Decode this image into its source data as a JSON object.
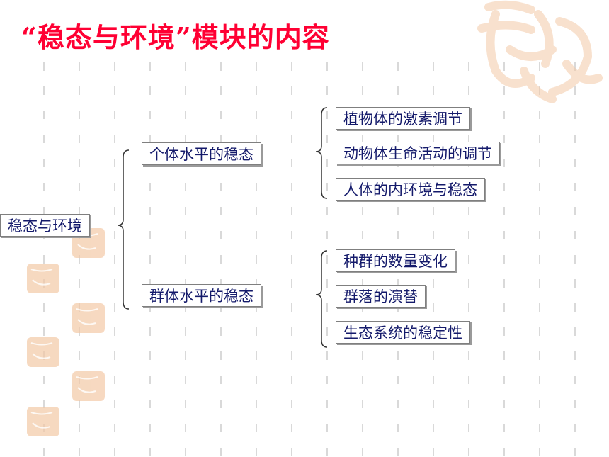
{
  "title": "“稳态与环境”模块的内容",
  "root": "稳态与环境",
  "branches": [
    {
      "label": "个体水平的稳态",
      "children": [
        "植物体的激素调节",
        "动物体生命活动的调节",
        "人体的内环境与稳态"
      ]
    },
    {
      "label": "群体水平的稳态",
      "children": [
        "种群的数量变化",
        "群落的演替",
        "生态系统的稳定性"
      ]
    }
  ],
  "colors": {
    "title": "#ff0033",
    "box_text": "#141a6b",
    "brace": "#333333",
    "grid": "#d9d9d9",
    "seal": "#f3c9a6"
  },
  "decoration_icons": [
    "auspicious-seal-icon"
  ]
}
